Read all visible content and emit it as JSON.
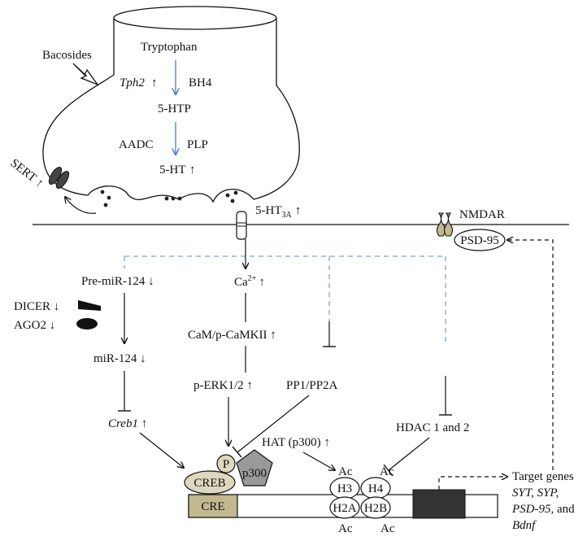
{
  "labels": {
    "bacosides": "Bacosides",
    "tryptophan": "Tryptophan",
    "tph2": "Tph2",
    "up": "↑",
    "down": "↓",
    "bh4": "BH4",
    "htp": "5-HTP",
    "aadc": "AADC",
    "plp": "PLP",
    "ht": "5-HT",
    "sert": "SERT",
    "ht3a_main": "5-HT",
    "ht3a_sub": "3A",
    "nmdar": "NMDAR",
    "psd95": "PSD-95",
    "pre_mir": "Pre-miR-124",
    "ca": "Ca",
    "ca_sup": "2+",
    "dicer": "DICER",
    "ago2": "AGO2",
    "camk": "CaM/p-CaMKII",
    "mir": "miR-124",
    "perk": "p-ERK1/2",
    "pp1": "PP1/PP2A",
    "creb1": "Creb1",
    "hdac": "HDAC 1 and 2",
    "hat": "HAT (p300)",
    "p": "P",
    "p300": "p300",
    "creb": "CREB",
    "cre": "CRE",
    "ac": "Ac",
    "h3": "H3",
    "h4": "H4",
    "h2a": "H2A",
    "h2b": "H2B",
    "target_line1": "Target genes",
    "target_syt": "SYT,",
    "target_syp": "SYP,",
    "target_psd": "PSD-95,",
    "target_and": "and",
    "target_bdnf": "Bdnf"
  },
  "colors": {
    "synthesis_arrow": "#4a7db8",
    "dashed_pathway": "#7ba3d6",
    "creb_fill": "#ddd8bd",
    "cre_fill": "#c2b990",
    "p300_fill": "#999999",
    "gene_block": "#333333"
  }
}
